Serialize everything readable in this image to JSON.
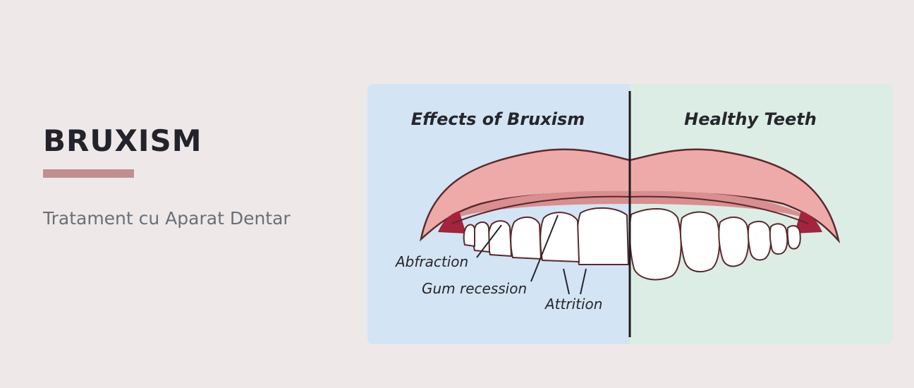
{
  "hero": {
    "title": "BRUXISM",
    "subtitle": "Tratament cu Aparat Dentar"
  },
  "illustration": {
    "left_panel_title": "Effects of Bruxism",
    "right_panel_title": "Healthy Teeth",
    "callouts": {
      "abfraction": "Abfraction",
      "gum_recession": "Gum recession",
      "attrition": "Attrition"
    },
    "colors": {
      "left_panel": "#d3e4f4",
      "right_panel": "#dcede5",
      "gum": "#eeaaa9",
      "gum_dark": "#d98e8f",
      "throat": "#a2243d",
      "tooth": "#ffffff"
    }
  }
}
